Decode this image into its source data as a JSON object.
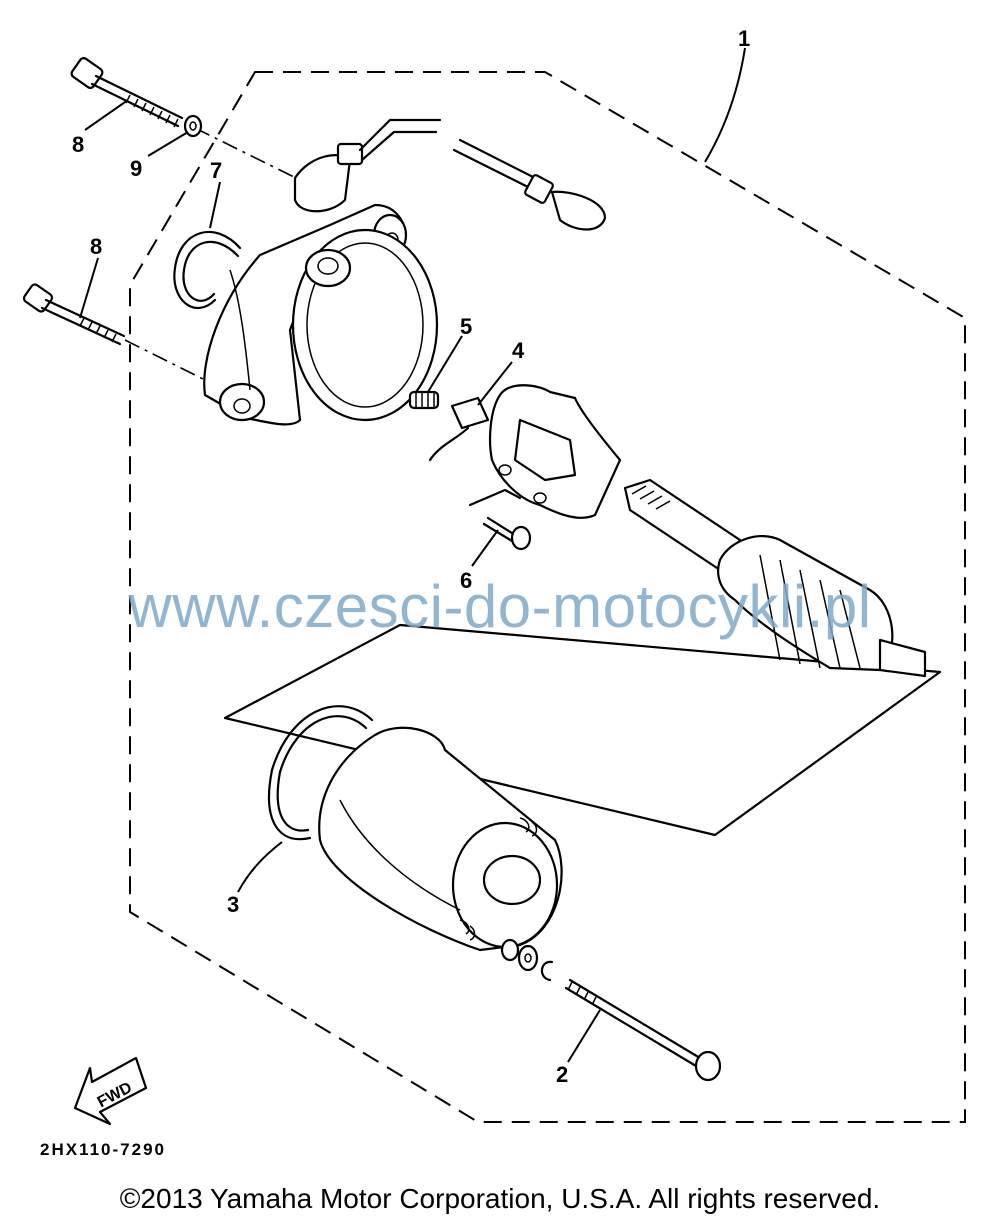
{
  "diagram": {
    "callouts": [
      {
        "id": "c1",
        "label": "1"
      },
      {
        "id": "c2",
        "label": "2"
      },
      {
        "id": "c3",
        "label": "3"
      },
      {
        "id": "c4",
        "label": "4"
      },
      {
        "id": "c5",
        "label": "5"
      },
      {
        "id": "c6",
        "label": "6"
      },
      {
        "id": "c7",
        "label": "7"
      },
      {
        "id": "c8a",
        "label": "8"
      },
      {
        "id": "c8b",
        "label": "8"
      },
      {
        "id": "c9",
        "label": "9"
      }
    ],
    "direction_label": "FWD",
    "diagram_code": "2HX110-7290"
  },
  "watermark": "www.czesci-do-motocykli.pl",
  "copyright": "©2013 Yamaha Motor Corporation, U.S.A. All rights reserved."
}
